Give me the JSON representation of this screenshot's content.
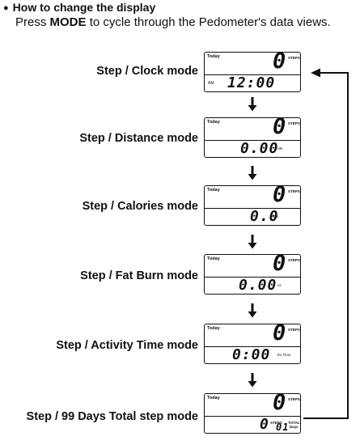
{
  "header": {
    "bullet": "●",
    "title": "How to change the display",
    "desc_prefix": "Press",
    "desc_key": "MODE",
    "desc_suffix": "to cycle through the Pedometer's data views."
  },
  "modes": [
    {
      "label": "Step / Clock mode",
      "today": "Today",
      "big": "0",
      "steps": "STEPS",
      "am": "AM",
      "value": "12:00",
      "unit": ""
    },
    {
      "label": "Step / Distance mode",
      "today": "Today",
      "big": "0",
      "steps": "STEPS",
      "value": "0.00",
      "unit": "mile"
    },
    {
      "label": "Step / Calories mode",
      "today": "Today",
      "big": "0",
      "steps": "STEPS",
      "value": "0.0",
      "unit": "kcal"
    },
    {
      "label": "Step / Fat Burn  mode",
      "today": "Today",
      "big": "0",
      "steps": "STEPS",
      "value": "0.00",
      "unit": "oz"
    },
    {
      "label": "Step / Activity Time mode",
      "today": "Today",
      "big": "0",
      "steps": "STEPS",
      "value": "0:00",
      "unit": "Ex.Time"
    },
    {
      "label": "Step / 99 Days Total step mode",
      "today": "Today",
      "big": "0",
      "steps": "STEPS",
      "value": "0",
      "steps2": "STEPS",
      "value2": "01",
      "total": "TOTAL",
      "days": "Days"
    }
  ],
  "colors": {
    "ink": "#111111",
    "background": "#ffffff"
  },
  "icons": {
    "down_arrow": "arrow-down-icon",
    "return_arrow": "arrow-left-icon"
  }
}
